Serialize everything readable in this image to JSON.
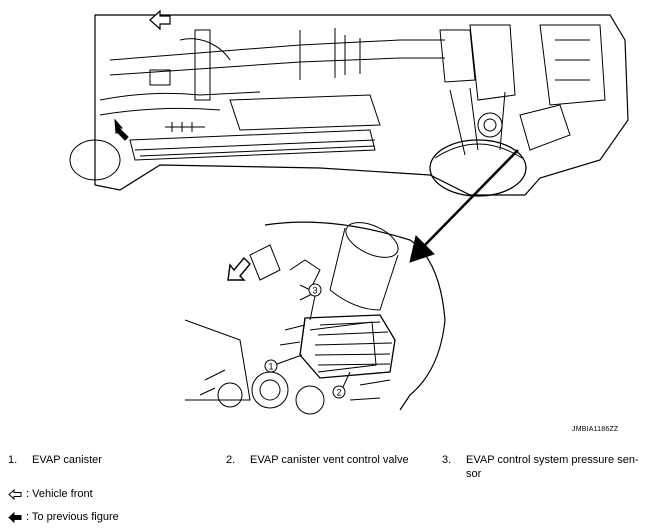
{
  "figure": {
    "callouts": [
      "1",
      "2",
      "3"
    ],
    "figure_id": "JMBIA1186ZZ"
  },
  "legend": [
    {
      "number": "1.",
      "label": "EVAP canister"
    },
    {
      "number": "2.",
      "label": "EVAP canister vent control valve"
    },
    {
      "number": "3.",
      "label": "EVAP control system pressure sen-\nsor"
    }
  ],
  "symbols": {
    "vehicle_front": ": Vehicle front",
    "to_previous": ": To previous figure"
  }
}
